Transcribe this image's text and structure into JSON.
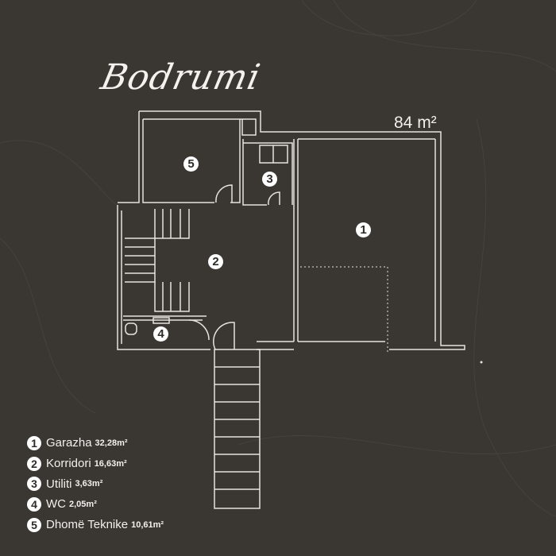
{
  "title": "Bodrumi",
  "total_area": "84 m²",
  "rooms": [
    {
      "num": "1",
      "name": "Garazha",
      "size": "32,28m²"
    },
    {
      "num": "2",
      "name": "Korridori",
      "size": "16,63m²"
    },
    {
      "num": "3",
      "name": "Utiliti",
      "size": "3,63m²"
    },
    {
      "num": "4",
      "name": "WC",
      "size": "2,05m²"
    },
    {
      "num": "5",
      "name": "Dhomë Teknike",
      "size": "10,61m²"
    }
  ],
  "colors": {
    "background": "#3a3733",
    "lines": "#e8e6e2"
  }
}
